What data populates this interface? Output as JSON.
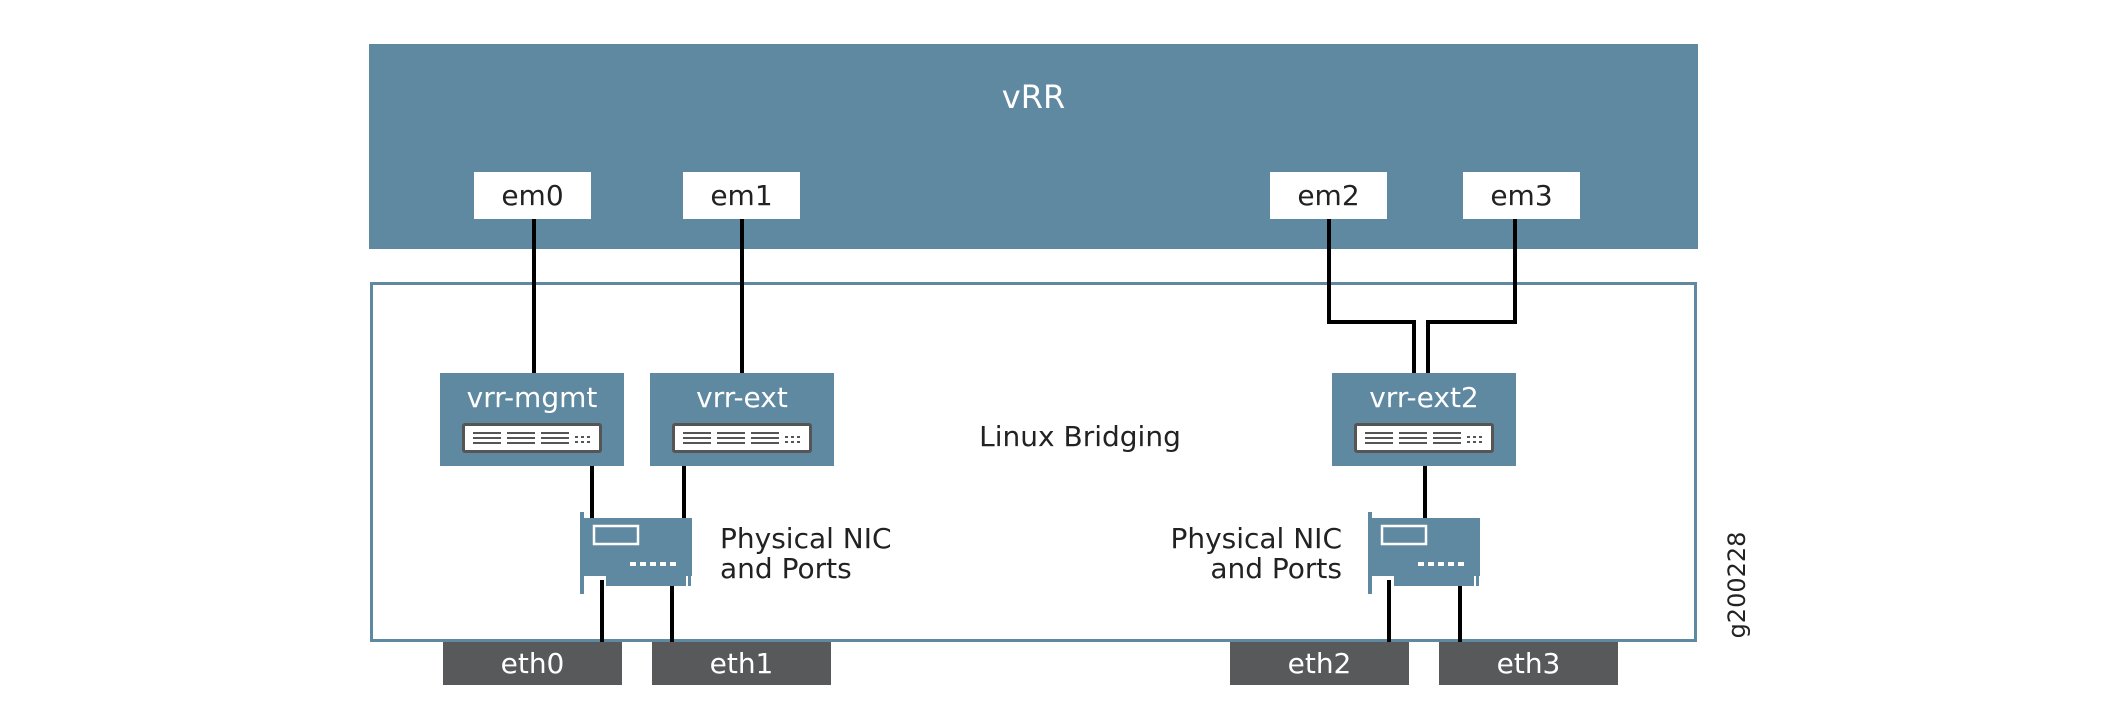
{
  "diagram": {
    "vrr": {
      "title": "vRR",
      "interfaces": [
        "em0",
        "em1",
        "em2",
        "em3"
      ]
    },
    "bridging": {
      "label": "Linux Bridging",
      "bridges": [
        "vrr-mgmt",
        "vrr-ext",
        "vrr-ext2"
      ]
    },
    "nics": [
      {
        "label_line1": "Physical NIC",
        "label_line2": "and Ports"
      },
      {
        "label_line1": "Physical NIC",
        "label_line2": "and Ports"
      }
    ],
    "ports": [
      "eth0",
      "eth1",
      "eth2",
      "eth3"
    ],
    "connections": [
      {
        "from": "em0",
        "to": "vrr-mgmt"
      },
      {
        "from": "em1",
        "to": "vrr-ext"
      },
      {
        "from": "em2",
        "to": "vrr-ext2"
      },
      {
        "from": "em3",
        "to": "vrr-ext2"
      },
      {
        "from": "vrr-mgmt",
        "to": "eth0"
      },
      {
        "from": "vrr-ext",
        "to": "eth1"
      },
      {
        "from": "vrr-ext2",
        "to": "eth2"
      },
      {
        "from": "vrr-ext2",
        "to": "eth3"
      }
    ],
    "figure_id": "g200228",
    "colors": {
      "vm_blue": "#5f88a1",
      "port_gray": "#58595b",
      "wire": "#000000"
    }
  }
}
